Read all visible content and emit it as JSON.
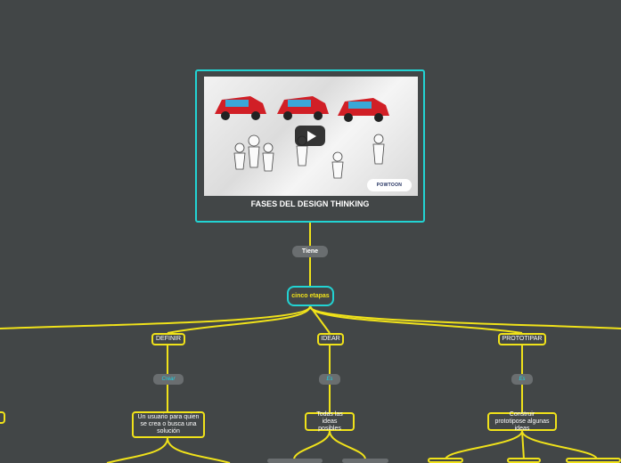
{
  "topic": {
    "title": "FASES DEL DESIGN THINKING",
    "video_badge": "POWTOON"
  },
  "connector_main": "Tiene",
  "center": "cinco etapas",
  "branches": [
    {
      "label": "DEFINIR",
      "connector": "Crear",
      "child": "Un usuario para quien se crea o busca una solución"
    },
    {
      "label": "IDEAR",
      "connector": "Es",
      "child": "Todas las ideas posibles"
    },
    {
      "label": "PROTOTIPAR",
      "connector": "Es",
      "child": "Construir prototipose algunas ideas"
    }
  ],
  "colors": {
    "background": "#424647",
    "branch_line": "#f0e21a",
    "topic_border": "#22d3d3",
    "connector_text": "#1ed3e6"
  }
}
